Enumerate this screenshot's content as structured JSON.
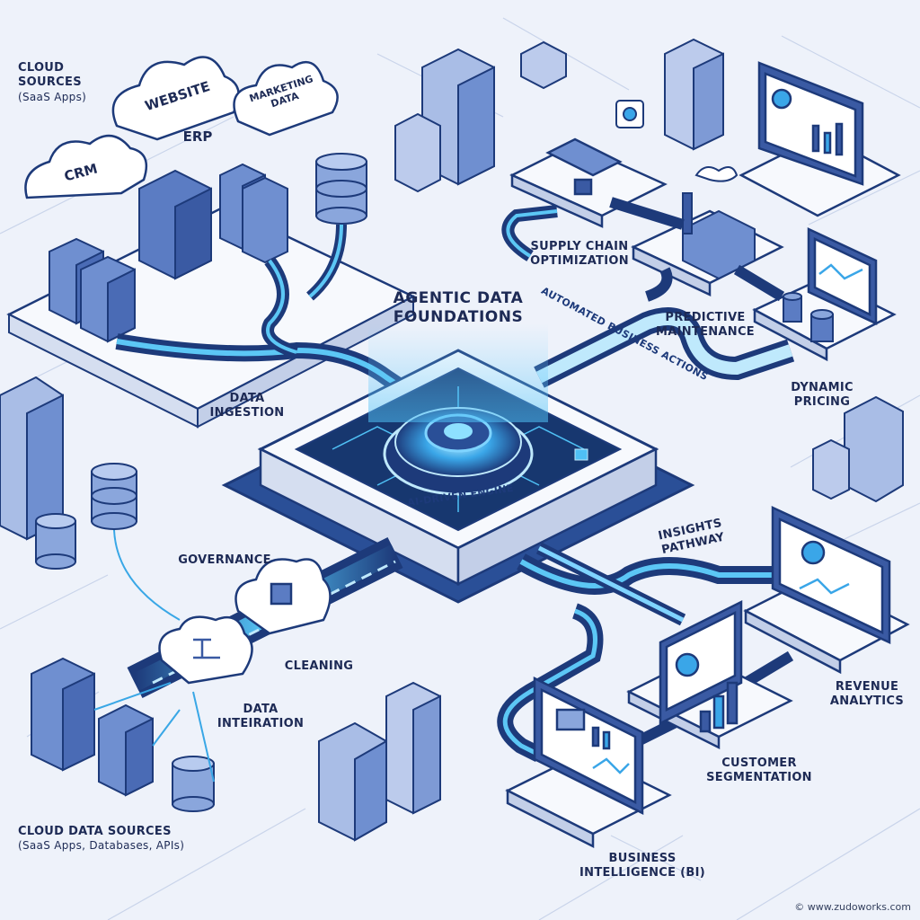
{
  "title": {
    "line1": "AGENTIC DATA",
    "line2": "FOUNDATIONS"
  },
  "engine": {
    "label": "AI-DRIVEN ENGINE"
  },
  "sources_top": {
    "line1": "CLOUD",
    "line2": "SOURCES",
    "sub": "(SaaS Apps)"
  },
  "clouds": {
    "crm": "CRM",
    "website": "WEBSITE",
    "erp": "ERP",
    "marketing_line1": "MARKETING",
    "marketing_line2": "DATA"
  },
  "flow": {
    "ingestion": {
      "line1": "DATA",
      "line2": "INGESTION"
    },
    "governance": "GOVERNANCE",
    "cleaning": "CLEANING",
    "integration": {
      "line1": "DATA",
      "line2": "INTEIRATION"
    },
    "automated": "AUTOMATED BUSINESS ACTIONS",
    "insights": {
      "line1": "INSIGHTS",
      "line2": "PATHWAY"
    }
  },
  "actions": {
    "supply_chain": {
      "line1": "SUPPLY CHAIN",
      "line2": "OPTIMIZATION"
    },
    "predictive": {
      "line1": "PREDICTIVE",
      "line2": "MAINTENANCE"
    },
    "pricing": {
      "line1": "DYNAMIC",
      "line2": "PRICING"
    }
  },
  "insights": {
    "revenue": {
      "line1": "REVENUE",
      "line2": "ANALYTICS"
    },
    "segmentation": {
      "line1": "CUSTOMER",
      "line2": "SEGMENTATION"
    },
    "bi": {
      "line1": "BUSINESS",
      "line2": "INTELLIGENCE (BI)"
    }
  },
  "sources_bottom": {
    "line1": "CLOUD DATA SOURCES",
    "line2": "(SaaS Apps, Databases, APIs)"
  },
  "credit": "© www.zudoworks.com",
  "colors": {
    "background": "#eef2fa",
    "navy": "#1d3a7a",
    "accent": "#39a7e6",
    "platform": "#f7f9fd"
  }
}
